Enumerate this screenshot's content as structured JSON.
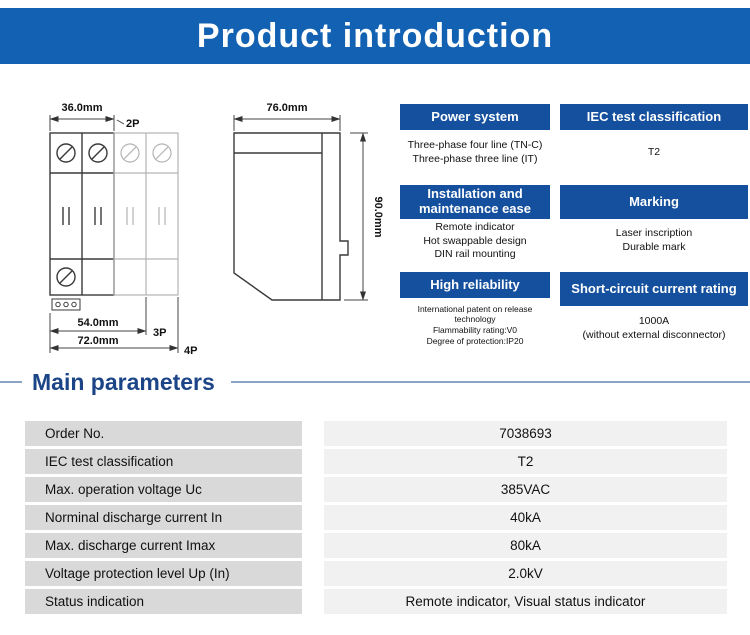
{
  "banner": {
    "title": "Product introduction"
  },
  "diagram": {
    "front_view": {
      "width_2p": "36.0mm",
      "label_2p": "2P",
      "width_3p": "54.0mm",
      "label_3p": "3P",
      "width_4p": "72.0mm",
      "label_4p": "4P"
    },
    "side_view": {
      "width": "76.0mm",
      "height": "90.0mm"
    }
  },
  "features": [
    {
      "title": "Power system",
      "lines": [
        "Three-phase four line (TN-C)",
        "Three-phase three line (IT)"
      ]
    },
    {
      "title": "IEC test classification",
      "lines": [
        "T2"
      ]
    },
    {
      "title": "Installation and maintenance ease",
      "lines": [
        "Remote indicator",
        "Hot swappable design",
        "DIN rail mounting"
      ]
    },
    {
      "title": "Marking",
      "lines": [
        "Laser inscription",
        "Durable mark"
      ]
    },
    {
      "title": "High reliability",
      "lines": [
        "International patent on release technology",
        "Flammability rating:V0",
        "Degree of protection:IP20"
      ]
    },
    {
      "title": "Short-circuit current rating",
      "lines": [
        "1000A",
        "(without external disconnector)"
      ]
    }
  ],
  "section": {
    "title": "Main parameters"
  },
  "parameters": {
    "rows": [
      {
        "label": "Order No.",
        "value": "7038693"
      },
      {
        "label": "IEC test classification",
        "value": "T2"
      },
      {
        "label": "Max. operation voltage Uc",
        "value": "385VAC"
      },
      {
        "label": "Norminal discharge current In",
        "value": "40kA"
      },
      {
        "label": "Max. discharge current Imax",
        "value": "80kA"
      },
      {
        "label": "Voltage protection level Up (In)",
        "value": "2.0kV"
      },
      {
        "label": "Status indication",
        "value": "Remote indicator, Visual status indicator"
      }
    ]
  },
  "colors": {
    "banner": "#1261b2",
    "cardheader": "#15509e",
    "section": "#1c4587",
    "rule": "#8aa4c8",
    "labelbg": "#d9d9d9",
    "valuebg": "#f1f1f1"
  }
}
